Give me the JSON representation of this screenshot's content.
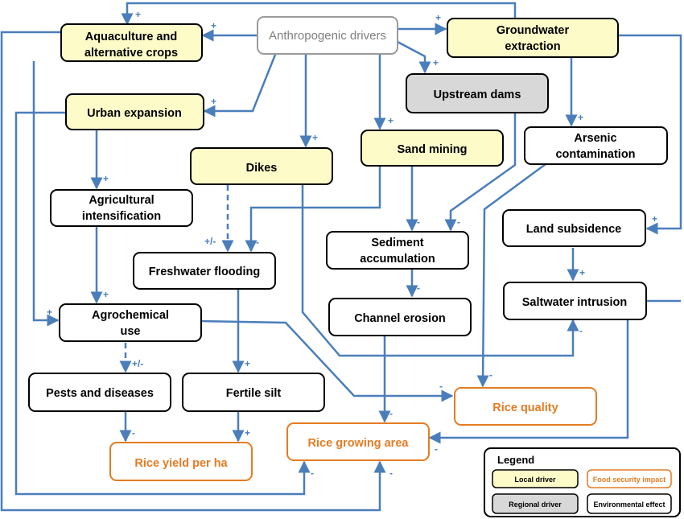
{
  "nodes": {
    "anthropogenic": {
      "lines": [
        "Anthropogenic drivers"
      ],
      "kind": "source"
    },
    "aquaculture": {
      "lines": [
        "Aquaculture and",
        "alternative crops"
      ],
      "kind": "local"
    },
    "groundwater": {
      "lines": [
        "Groundwater",
        "extraction"
      ],
      "kind": "local"
    },
    "upstream_dams": {
      "lines": [
        "Upstream dams"
      ],
      "kind": "regional"
    },
    "urban": {
      "lines": [
        "Urban expansion"
      ],
      "kind": "local"
    },
    "arsenic": {
      "lines": [
        "Arsenic",
        "contamination"
      ],
      "kind": "env"
    },
    "sand_mining": {
      "lines": [
        "Sand mining"
      ],
      "kind": "local"
    },
    "dikes": {
      "lines": [
        "Dikes"
      ],
      "kind": "local"
    },
    "agri_intens": {
      "lines": [
        "Agricultural",
        "intensification"
      ],
      "kind": "env"
    },
    "land_subsidence": {
      "lines": [
        "Land subsidence"
      ],
      "kind": "env"
    },
    "sediment": {
      "lines": [
        "Sediment",
        "accumulation"
      ],
      "kind": "env"
    },
    "freshwater": {
      "lines": [
        "Freshwater flooding"
      ],
      "kind": "env"
    },
    "saltwater": {
      "lines": [
        "Saltwater intrusion"
      ],
      "kind": "env"
    },
    "agrochem": {
      "lines": [
        "Agrochemical",
        "use"
      ],
      "kind": "env"
    },
    "channel": {
      "lines": [
        "Channel erosion"
      ],
      "kind": "env"
    },
    "pests": {
      "lines": [
        "Pests and diseases"
      ],
      "kind": "env"
    },
    "fertile_silt": {
      "lines": [
        "Fertile silt"
      ],
      "kind": "env"
    },
    "rice_quality": {
      "lines": [
        "Rice quality"
      ],
      "kind": "food"
    },
    "rice_area": {
      "lines": [
        "Rice growing area"
      ],
      "kind": "food"
    },
    "rice_yield": {
      "lines": [
        "Rice yield per ha"
      ],
      "kind": "food"
    }
  },
  "edges": [
    {
      "id": "anthro-aqua",
      "label": "+"
    },
    {
      "id": "anthro-urban",
      "label": "+"
    },
    {
      "id": "anthro-dikes",
      "label": "+"
    },
    {
      "id": "anthro-sand",
      "label": "+"
    },
    {
      "id": "anthro-dams",
      "label": "+"
    },
    {
      "id": "anthro-ground",
      "label": "+"
    },
    {
      "id": "anthro-top-aqua",
      "label": "+"
    },
    {
      "id": "ground-arsenic",
      "label": "+"
    },
    {
      "id": "ground-subsidence",
      "label": "+"
    },
    {
      "id": "urban-agri",
      "label": "+"
    },
    {
      "id": "agri-agrochem",
      "label": "+"
    },
    {
      "id": "aqua-agrochem",
      "label": "+"
    },
    {
      "id": "dikes-freshwater",
      "label": "+/-"
    },
    {
      "id": "sand-freshwater",
      "label": "-"
    },
    {
      "id": "sand-sediment",
      "label": "-"
    },
    {
      "id": "dams-sediment",
      "label": "-"
    },
    {
      "id": "sediment-channel",
      "label": "-"
    },
    {
      "id": "subsidence-saltwater",
      "label": "+"
    },
    {
      "id": "dikes-saltwater",
      "label": "-"
    },
    {
      "id": "agrochem-pests",
      "label": "+/-"
    },
    {
      "id": "freshwater-silt",
      "label": "+"
    },
    {
      "id": "pests-yield",
      "label": "-"
    },
    {
      "id": "silt-yield",
      "label": "+"
    },
    {
      "id": "agrochem-quality",
      "label": "-"
    },
    {
      "id": "arsenic-quality",
      "label": "-"
    },
    {
      "id": "channel-area",
      "label": "-"
    },
    {
      "id": "saltwater-area",
      "label": "-"
    },
    {
      "id": "urban-area",
      "label": "-"
    },
    {
      "id": "aqua-area",
      "label": "-"
    }
  ],
  "legend": {
    "title": "Legend",
    "local": "Local driver",
    "food": "Food security impact",
    "regional": "Regional driver",
    "env": "Environmental effect"
  },
  "colors": {
    "edge": "#4a7ebb",
    "local_fill": "#fdfbc7",
    "regional_fill": "#d8d8d8",
    "food_stroke": "#e47c23",
    "source_stroke": "#9a9a9a",
    "source_text": "#808080"
  }
}
